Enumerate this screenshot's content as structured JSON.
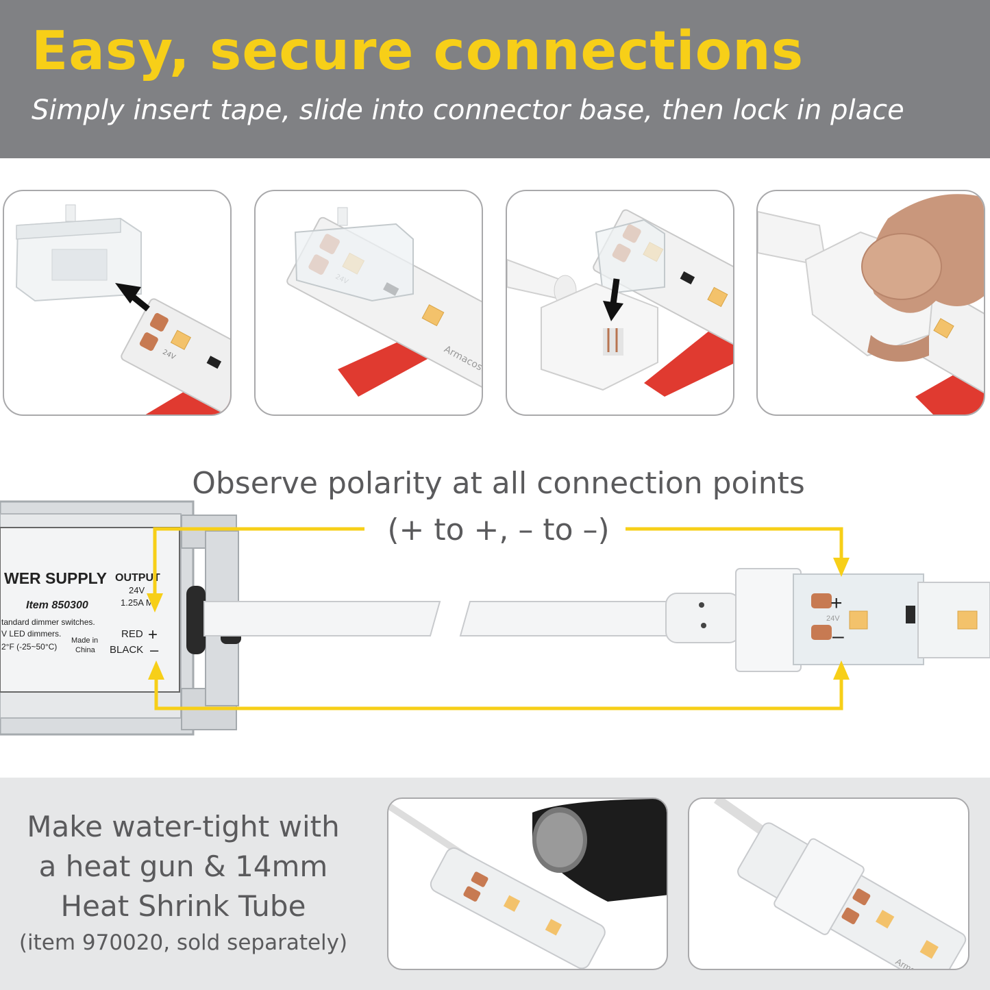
{
  "header": {
    "title": "Easy, secure connections",
    "subtitle": "Simply insert tape, slide into connector base, then lock in place"
  },
  "polarity": {
    "line1": "Observe polarity at all connection points",
    "line2": "(+ to +, – to –)"
  },
  "power_supply": {
    "heading": "WER SUPPLY",
    "item": "Item 850300",
    "output_label": "OUTPUT",
    "output_voltage": "24V",
    "output_current": "1.25A M",
    "note1": "tandard dimmer switches.",
    "note2": "V LED dimmers.",
    "temp": "2°F (-25~50°C)",
    "made_in_1": "Made in",
    "made_in_2": "China",
    "red_label": "RED",
    "black_label": "BLACK",
    "plus": "+",
    "minus": "–"
  },
  "connector": {
    "plus": "+",
    "minus": "–",
    "tape_voltage": "24V"
  },
  "tape_labels": {
    "voltage": "24V",
    "brand": "Armacost"
  },
  "footer": {
    "line1": "Make water-tight with",
    "line2": "a heat gun & 14mm",
    "line3": "Heat Shrink Tube",
    "note": "(item 970020, sold separately)"
  },
  "colors": {
    "header_bg": "#808184",
    "title": "#f7cf18",
    "arrow": "#f7cf18",
    "text": "#5a5a5c",
    "footer_bg": "#e6e7e8",
    "tape_red": "#e03a30"
  }
}
